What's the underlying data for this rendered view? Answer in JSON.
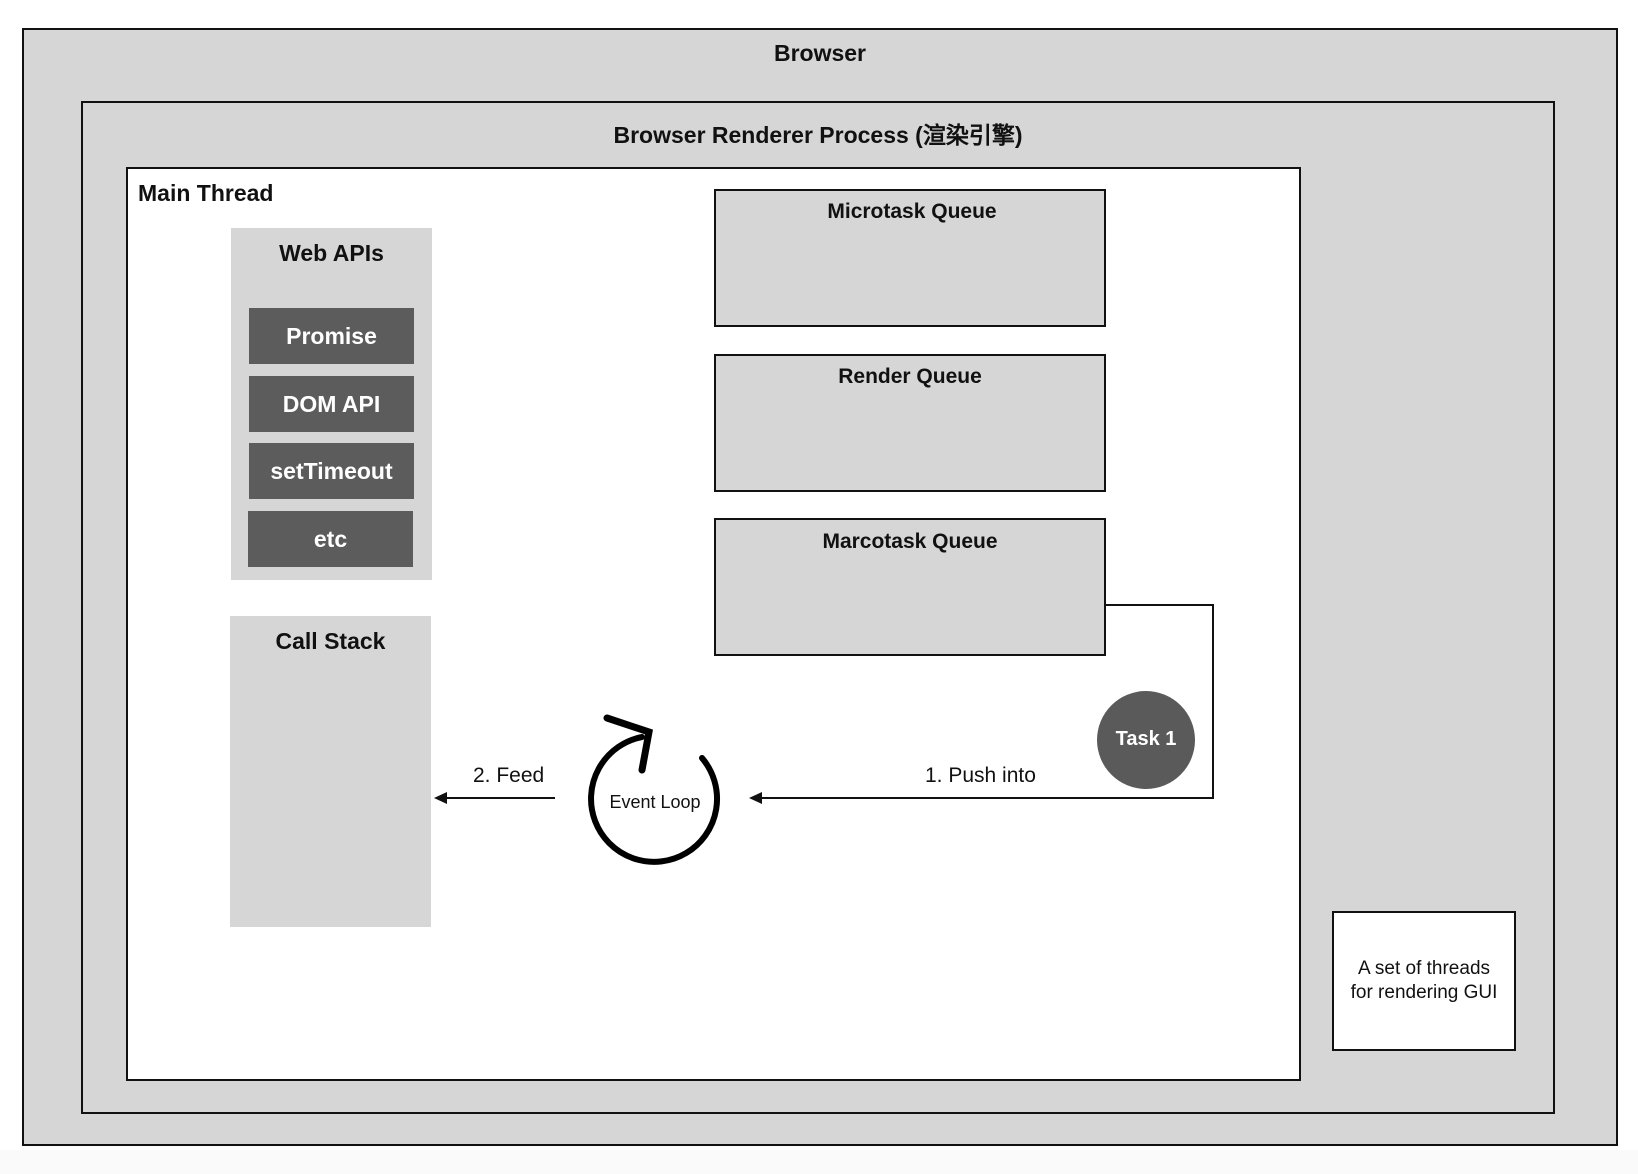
{
  "browser": {
    "title": "Browser"
  },
  "renderer_process": {
    "title": "Browser Renderer Process (渲染引擎)"
  },
  "main_thread": {
    "title": "Main Thread"
  },
  "web_apis": {
    "title": "Web APIs",
    "items": [
      "Promise",
      "DOM API",
      "setTimeout",
      "etc"
    ]
  },
  "call_stack": {
    "title": "Call Stack"
  },
  "queues": {
    "microtask": "Microtask Queue",
    "render": "Render Queue",
    "macrotask": "Marcotask Queue"
  },
  "event_loop": {
    "label": "Event Loop"
  },
  "task": {
    "label": "Task 1"
  },
  "arrows": {
    "push": "1. Push into",
    "feed": "2. Feed"
  },
  "gui_threads": {
    "line1": "A set of threads",
    "line2": "for rendering GUI"
  },
  "colors": {
    "container_fill": "#d6d6d6",
    "api_item_fill": "#5c5c5c",
    "task_fill": "#5a5a5a",
    "white_fill": "#ffffff"
  }
}
